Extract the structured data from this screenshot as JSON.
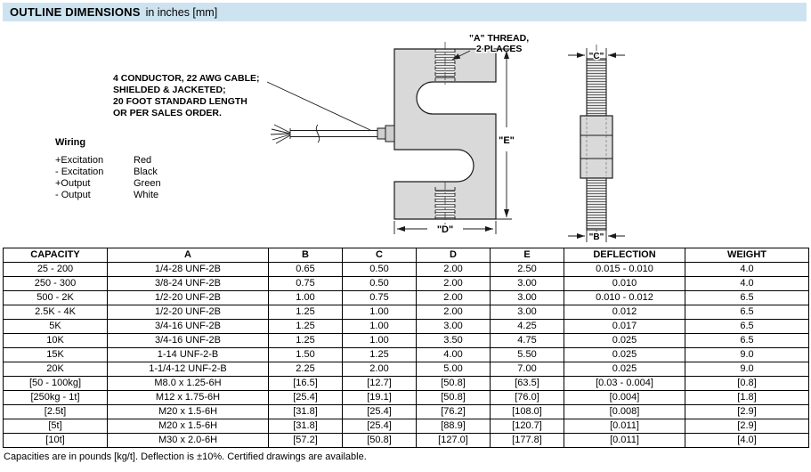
{
  "header": {
    "title": "OUTLINE DIMENSIONS",
    "subtitle": "in inches [mm]"
  },
  "drawing": {
    "cable_note": [
      "4 CONDUCTOR, 22 AWG CABLE;",
      "SHIELDED & JACKETED;",
      "20 FOOT STANDARD LENGTH",
      "OR PER SALES ORDER."
    ],
    "thread_label_line1": "\"A\" THREAD,",
    "thread_label_line2": "2 PLACES",
    "dim_labels": {
      "e": "\"E\"",
      "d": "\"D\"",
      "c": "\"C\"",
      "b": "\"B\""
    },
    "wiring": {
      "title": "Wiring",
      "rows": [
        {
          "signal": "+Excitation",
          "color": "Red"
        },
        {
          "signal": "- Excitation",
          "color": "Black"
        },
        {
          "signal": "+Output",
          "color": "Green"
        },
        {
          "signal": "- Output",
          "color": "White"
        }
      ]
    }
  },
  "table": {
    "headers": [
      "CAPACITY",
      "A",
      "B",
      "C",
      "D",
      "E",
      "DEFLECTION",
      "WEIGHT"
    ],
    "rows": [
      [
        "25 - 200",
        "1/4-28 UNF-2B",
        "0.65",
        "0.50",
        "2.00",
        "2.50",
        "0.015 - 0.010",
        "4.0"
      ],
      [
        "250 - 300",
        "3/8-24 UNF-2B",
        "0.75",
        "0.50",
        "2.00",
        "3.00",
        "0.010",
        "4.0"
      ],
      [
        "500 - 2K",
        "1/2-20 UNF-2B",
        "1.00",
        "0.75",
        "2.00",
        "3.00",
        "0.010 - 0.012",
        "6.5"
      ],
      [
        "2.5K - 4K",
        "1/2-20 UNF-2B",
        "1.25",
        "1.00",
        "2.00",
        "3.00",
        "0.012",
        "6.5"
      ],
      [
        "5K",
        "3/4-16 UNF-2B",
        "1.25",
        "1.00",
        "3.00",
        "4.25",
        "0.017",
        "6.5"
      ],
      [
        "10K",
        "3/4-16 UNF-2B",
        "1.25",
        "1.00",
        "3.50",
        "4.75",
        "0.025",
        "6.5"
      ],
      [
        "15K",
        "1-14 UNF-2-B",
        "1.50",
        "1.25",
        "4.00",
        "5.50",
        "0.025",
        "9.0"
      ],
      [
        "20K",
        "1-1/4-12 UNF-2-B",
        "2.25",
        "2.00",
        "5.00",
        "7.00",
        "0.025",
        "9.0"
      ],
      [
        "[50 - 100kg]",
        "M8.0 x 1.25-6H",
        "[16.5]",
        "[12.7]",
        "[50.8]",
        "[63.5]",
        "[0.03 - 0.004]",
        "[0.8]"
      ],
      [
        "[250kg - 1t]",
        "M12 x 1.75-6H",
        "[25.4]",
        "[19.1]",
        "[50.8]",
        "[76.0]",
        "[0.004]",
        "[1.8]"
      ],
      [
        "[2.5t]",
        "M20 x 1.5-6H",
        "[31.8]",
        "[25.4]",
        "[76.2]",
        "[108.0]",
        "[0.008]",
        "[2.9]"
      ],
      [
        "[5t]",
        "M20 x 1.5-6H",
        "[31.8]",
        "[25.4]",
        "[88.9]",
        "[120.7]",
        "[0.011]",
        "[2.9]"
      ],
      [
        "[10t]",
        "M30 x 2.0-6H",
        "[57.2]",
        "[50.8]",
        "[127.0]",
        "[177.8]",
        "[0.011]",
        "[4.0]"
      ]
    ]
  },
  "footer": {
    "note": "Capacities are in pounds [kg/t]. Deflection is ±10%. Certified drawings are available."
  }
}
